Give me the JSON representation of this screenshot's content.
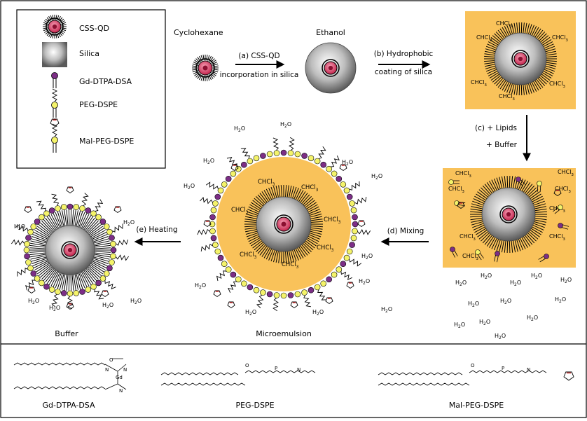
{
  "legend": {
    "items": [
      {
        "label": "CSS-QD",
        "icon": "quantum-dot-icon"
      },
      {
        "label": "Silica",
        "icon": "silica-sphere-icon"
      },
      {
        "label": "Gd-DTPA-DSA",
        "icon": "gd-lipid-icon"
      },
      {
        "label": "PEG-DSPE",
        "icon": "peg-lipid-icon"
      },
      {
        "label": "Mal-PEG-DSPE",
        "icon": "mal-peg-lipid-icon"
      }
    ]
  },
  "solvents": {
    "cyclohexane": "Cyclohexane",
    "ethanol": "Ethanol",
    "chcl3": "CHCl",
    "chcl3_sub": "3",
    "h2o": "H",
    "h2o_sub": "2",
    "h2o_o": "O"
  },
  "steps": {
    "a_line1": "(a) CSS-QD",
    "a_line2": "incorporation in silica",
    "b_line1": "(b) Hydrophobic",
    "b_line2": "coating of silica",
    "c_line1": "(c) + Lipids",
    "c_line2": "+ Buffer",
    "d": "(d) Mixing",
    "e": "(e) Heating"
  },
  "labels": {
    "microemulsion": "Microemulsion",
    "buffer": "Buffer"
  },
  "structures": {
    "gd": "Gd-DTPA-DSA",
    "peg": "PEG-DSPE",
    "mal": "Mal-PEG-DSPE",
    "gd_atom": "Gd",
    "n_atom": "N",
    "o_atom": "O",
    "p_atom": "P"
  },
  "colors": {
    "orange": "#F9C25A",
    "qd": "#D6315A",
    "purple": "#7C2E86",
    "yellow": "#F4F36A"
  }
}
